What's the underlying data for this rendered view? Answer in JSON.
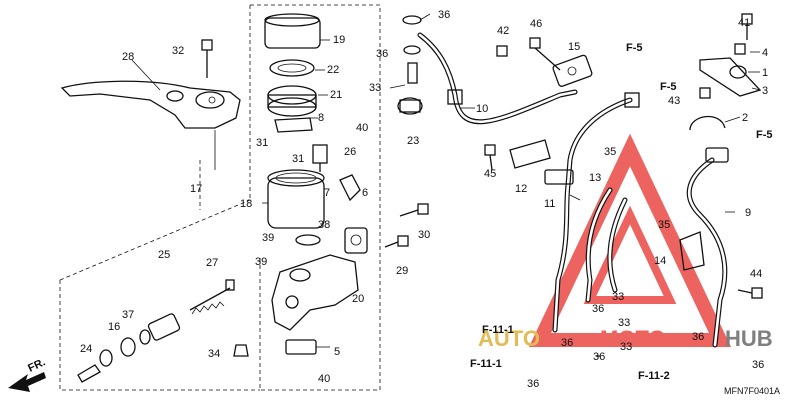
{
  "diagram_code": "MFN7F0401A",
  "front_mark": "FR.",
  "watermark": {
    "left": "AUTO",
    "middle": "MOTO",
    "right": "HUB",
    "color_red": "#e8302a",
    "color_gold": "#d9a820"
  },
  "refs": [
    "F-5",
    "F-5",
    "F-5",
    "F-11-1",
    "F-11-1",
    "F-11-2"
  ],
  "callouts": [
    "1",
    "2",
    "3",
    "4",
    "5",
    "6",
    "7",
    "8",
    "9",
    "10",
    "11",
    "12",
    "13",
    "14",
    "15",
    "16",
    "17",
    "18",
    "19",
    "20",
    "21",
    "22",
    "23",
    "24",
    "25",
    "26",
    "27",
    "28",
    "29",
    "30",
    "31",
    "31",
    "32",
    "33",
    "33",
    "33",
    "33",
    "34",
    "35",
    "35",
    "36",
    "36",
    "36",
    "36",
    "36",
    "36",
    "36",
    "36",
    "37",
    "38",
    "39",
    "39",
    "40",
    "40",
    "41",
    "42",
    "43",
    "44",
    "45",
    "46"
  ]
}
